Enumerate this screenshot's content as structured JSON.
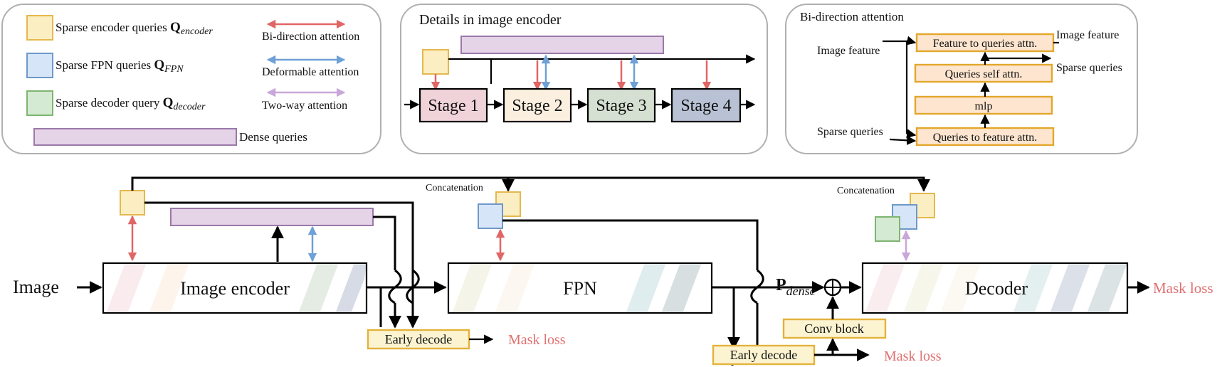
{
  "legend": {
    "encoder_queries": "Sparse encoder queries ",
    "encoder_queries_sym": "Q",
    "encoder_queries_sub": "encoder",
    "fpn_queries": "Sparse FPN queries ",
    "fpn_queries_sym": "Q",
    "fpn_queries_sub": "FPN",
    "decoder_query": "Sparse decoder query ",
    "decoder_query_sym": "Q",
    "decoder_query_sub": "decoder",
    "dense_queries": "Dense queries",
    "bi_direction": "Bi-direction attention",
    "deformable": "Deformable attention",
    "two_way": "Two-way attention"
  },
  "encoder_details": {
    "title": "Details in image encoder",
    "stages": [
      "Stage 1",
      "Stage 2",
      "Stage 3",
      "Stage 4"
    ]
  },
  "bidir_panel": {
    "title": "Bi-direction attention",
    "image_feature_in": "Image feature",
    "sparse_queries_in": "Sparse queries",
    "image_feature_out": "Image feature",
    "sparse_queries_out": "Sparse queries",
    "blocks": [
      "Feature to queries attn.",
      "Queries self attn.",
      "mlp",
      "Queries to feature attn."
    ]
  },
  "pipeline": {
    "input": "Image",
    "image_encoder": "Image encoder",
    "fpn": "FPN",
    "decoder": "Decoder",
    "concat_1": "Concatenation",
    "concat_2": "Concatenation",
    "early_decode_1": "Early decode",
    "early_decode_2": "Early decode",
    "conv_block": "Conv block",
    "p_dense_sym": "P",
    "p_dense_sub": "dense",
    "plus": "⊕",
    "mask_loss_1": "Mask loss",
    "mask_loss_2": "Mask loss",
    "mask_loss_3": "Mask loss"
  },
  "colors": {
    "encoder_query": "#fbeec2",
    "fpn_query": "#d6e6f8",
    "decoder_query": "#d5ead2",
    "dense_query": "#e5d3e8",
    "bi_direction": "#e06666",
    "deformable": "#6fa0d6",
    "two_way": "#c9a7d9",
    "stage1": "#f0d3d9",
    "stage2": "#fbefe0",
    "stage3": "#d5e0d2",
    "stage4": "#b8c2d4",
    "mask_loss": "#e07070"
  }
}
